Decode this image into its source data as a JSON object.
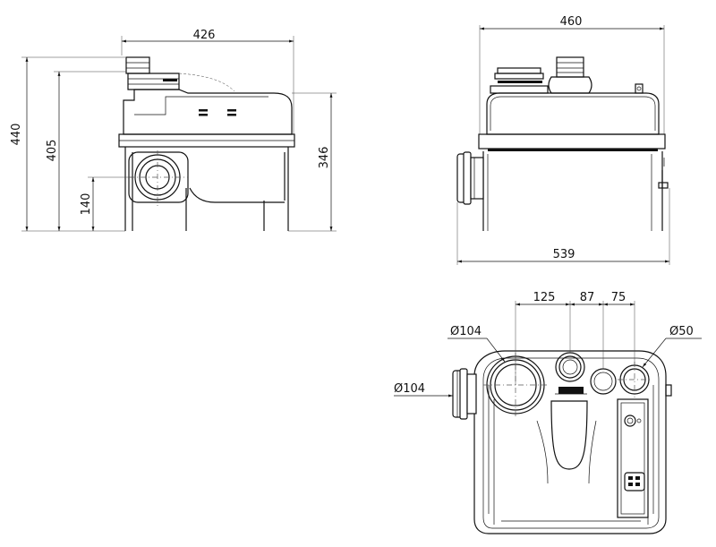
{
  "dimensions": {
    "side_view": {
      "width": "426",
      "height_total": "440",
      "height_outlet": "405",
      "height_inlet": "140",
      "height_right": "346"
    },
    "front_view": {
      "width_top": "460",
      "width_bottom": "539"
    },
    "top_view": {
      "spacing_1": "125",
      "spacing_2": "87",
      "spacing_3": "75",
      "diameter_main": "Ø104",
      "diameter_small": "Ø50",
      "diameter_side": "Ø104"
    }
  }
}
